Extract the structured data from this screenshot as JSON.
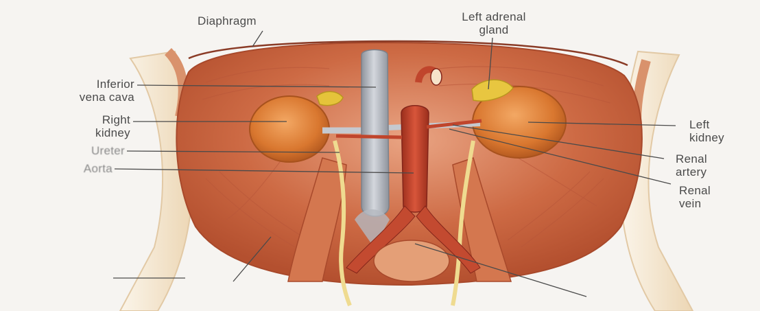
{
  "labels": {
    "diaphragm": [
      "Diaphragm"
    ],
    "left_adrenal_gland": [
      "Left adrenal",
      "gland"
    ],
    "inferior_vena_cava": [
      "Inferior",
      "vena cava"
    ],
    "right_kidney": [
      "Right",
      "kidney"
    ],
    "ureter": [
      "Ureter"
    ],
    "aorta": [
      "Aorta"
    ],
    "left_kidney": [
      "Left",
      "kidney"
    ],
    "renal_artery": [
      "Renal",
      "artery"
    ],
    "renal_vein": [
      "Renal",
      "vein"
    ]
  },
  "colors": {
    "muscle": "#c9633c",
    "muscle_light": "#e39a72",
    "kidney": "#d9772f",
    "adrenal": "#e3c53c",
    "vena_cava": "#a9adb5",
    "aorta": "#b73a24",
    "ureter": "#e8d48a",
    "skin": "#f2e3c8"
  }
}
